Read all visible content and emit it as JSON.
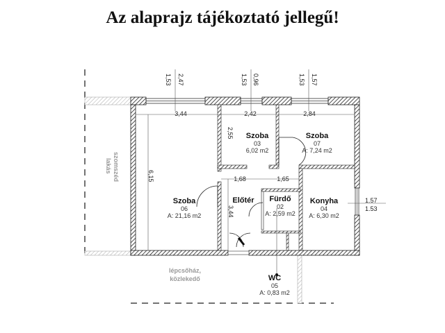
{
  "title": "Az alaprajz tájékoztató jellegű!",
  "rooms": [
    {
      "id": "06",
      "name": "Szoba",
      "number": "06",
      "area": "A: 21,16 m2"
    },
    {
      "id": "03",
      "name": "Szoba",
      "number": "03",
      "area": "6,02 m2"
    },
    {
      "id": "07",
      "name": "Szoba",
      "number": "07",
      "area": "A: 7,24 m2"
    },
    {
      "id": "eloter",
      "name": "Előtér"
    },
    {
      "id": "02",
      "name": "Fürdő",
      "number": "02",
      "area": "A: 2,59 m2"
    },
    {
      "id": "04",
      "name": "Konyha",
      "number": "04",
      "area": "A: 6,30 m2"
    },
    {
      "id": "05",
      "name": "WC",
      "number": "05",
      "area": "A: 0,83 m2"
    }
  ],
  "surroundings": {
    "neighbor_line1": "szomszéd",
    "neighbor_line2": "lakás",
    "stair_line1": "lépcsőház,",
    "stair_line2": "közlekedő"
  },
  "dimensions": {
    "top_win1_a": "1,53",
    "top_win1_b": "2,47",
    "top_win2_a": "1,53",
    "top_win2_b": "0,96",
    "top_win3_a": "1,53",
    "top_win3_b": "1,57",
    "w_room06": "3,44",
    "w_room03": "2,42",
    "w_room07": "2,84",
    "h_room06": "6,15",
    "h_room03": "2,55",
    "w_eloter": "1,68",
    "w_furdo": "1,65",
    "h_eloter": "3,44",
    "right_win_a": "1.57",
    "right_win_b": "1.53"
  }
}
